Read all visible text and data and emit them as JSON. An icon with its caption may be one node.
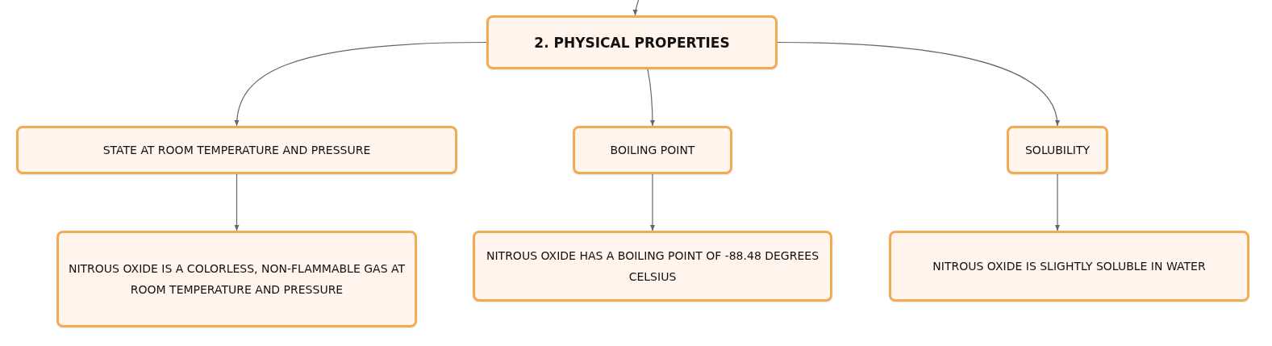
{
  "diagram": {
    "nodes": [
      {
        "text": [
          "2. PHYSICAL PROPERTIES"
        ]
      },
      {
        "text": [
          "STATE AT ROOM TEMPERATURE AND PRESSURE"
        ]
      },
      {
        "text": [
          "BOILING POINT"
        ]
      },
      {
        "text": [
          "SOLUBILITY"
        ]
      },
      {
        "text": [
          "NITROUS OXIDE IS A COLORLESS, NON-FLAMMABLE GAS AT ROOM TEMPERATURE AND PRESSURE"
        ]
      },
      {
        "text": [
          "NITROUS OXIDE HAS A BOILING POINT OF -88.48 DEGREES CELSIUS"
        ]
      },
      {
        "text": [
          "NITROUS OXIDE IS SLIGHTLY SOLUBLE IN WATER"
        ]
      }
    ],
    "edges": [
      {
        "from": null,
        "to": 0,
        "arrow": "to"
      },
      {
        "from": 0,
        "to": 1,
        "arrow": "to"
      },
      {
        "from": 0,
        "to": 2,
        "arrow": "to"
      },
      {
        "from": 0,
        "to": 3,
        "arrow": "to"
      },
      {
        "from": 1,
        "to": 4,
        "arrow": "to"
      },
      {
        "from": 2,
        "to": 5,
        "arrow": "to"
      },
      {
        "from": 3,
        "to": 6,
        "arrow": "to"
      }
    ]
  }
}
